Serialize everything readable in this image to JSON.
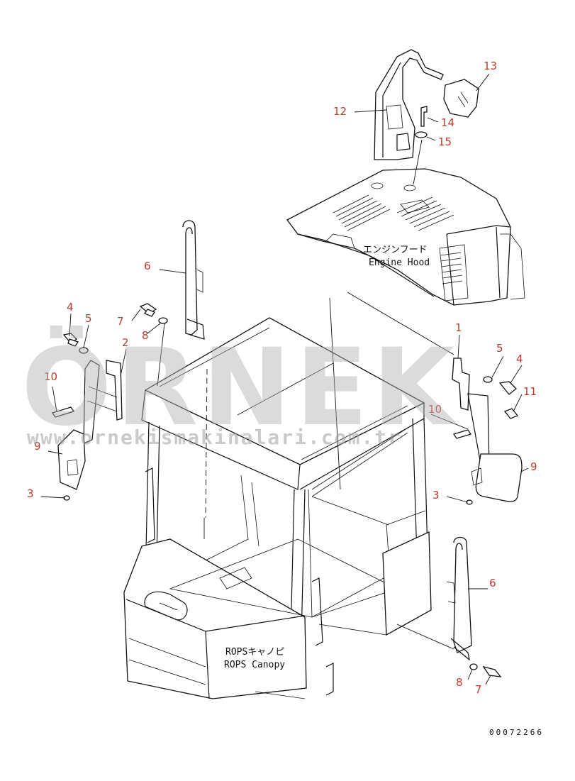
{
  "diagram": {
    "part_labels": {
      "engine_hood_jp": "エンジンフード",
      "engine_hood_en": "Engine Hood",
      "canopy_jp": "ROPSキャノピ",
      "canopy_en": "ROPS Canopy"
    },
    "callouts": [
      {
        "id": "c13",
        "text": "13"
      },
      {
        "id": "c12",
        "text": "12"
      },
      {
        "id": "c14",
        "text": "14"
      },
      {
        "id": "c15",
        "text": "15"
      },
      {
        "id": "c6a",
        "text": "6"
      },
      {
        "id": "c4a",
        "text": "4"
      },
      {
        "id": "c5a",
        "text": "5"
      },
      {
        "id": "c7a",
        "text": "7"
      },
      {
        "id": "c8a",
        "text": "8"
      },
      {
        "id": "c2",
        "text": "2"
      },
      {
        "id": "c10a",
        "text": "10"
      },
      {
        "id": "c9a",
        "text": "9"
      },
      {
        "id": "c3a",
        "text": "3"
      },
      {
        "id": "c1",
        "text": "1"
      },
      {
        "id": "c5b",
        "text": "5"
      },
      {
        "id": "c4b",
        "text": "4"
      },
      {
        "id": "c11",
        "text": "11"
      },
      {
        "id": "c10b",
        "text": "10"
      },
      {
        "id": "c9b",
        "text": "9"
      },
      {
        "id": "c3b",
        "text": "3"
      },
      {
        "id": "c6b",
        "text": "6"
      },
      {
        "id": "c8b",
        "text": "8"
      },
      {
        "id": "c7b",
        "text": "7"
      }
    ],
    "drawing_code": "00072266",
    "watermark": {
      "brand": "ÖRNEK",
      "url": "www.ornekismakinalari.com.tr"
    }
  }
}
